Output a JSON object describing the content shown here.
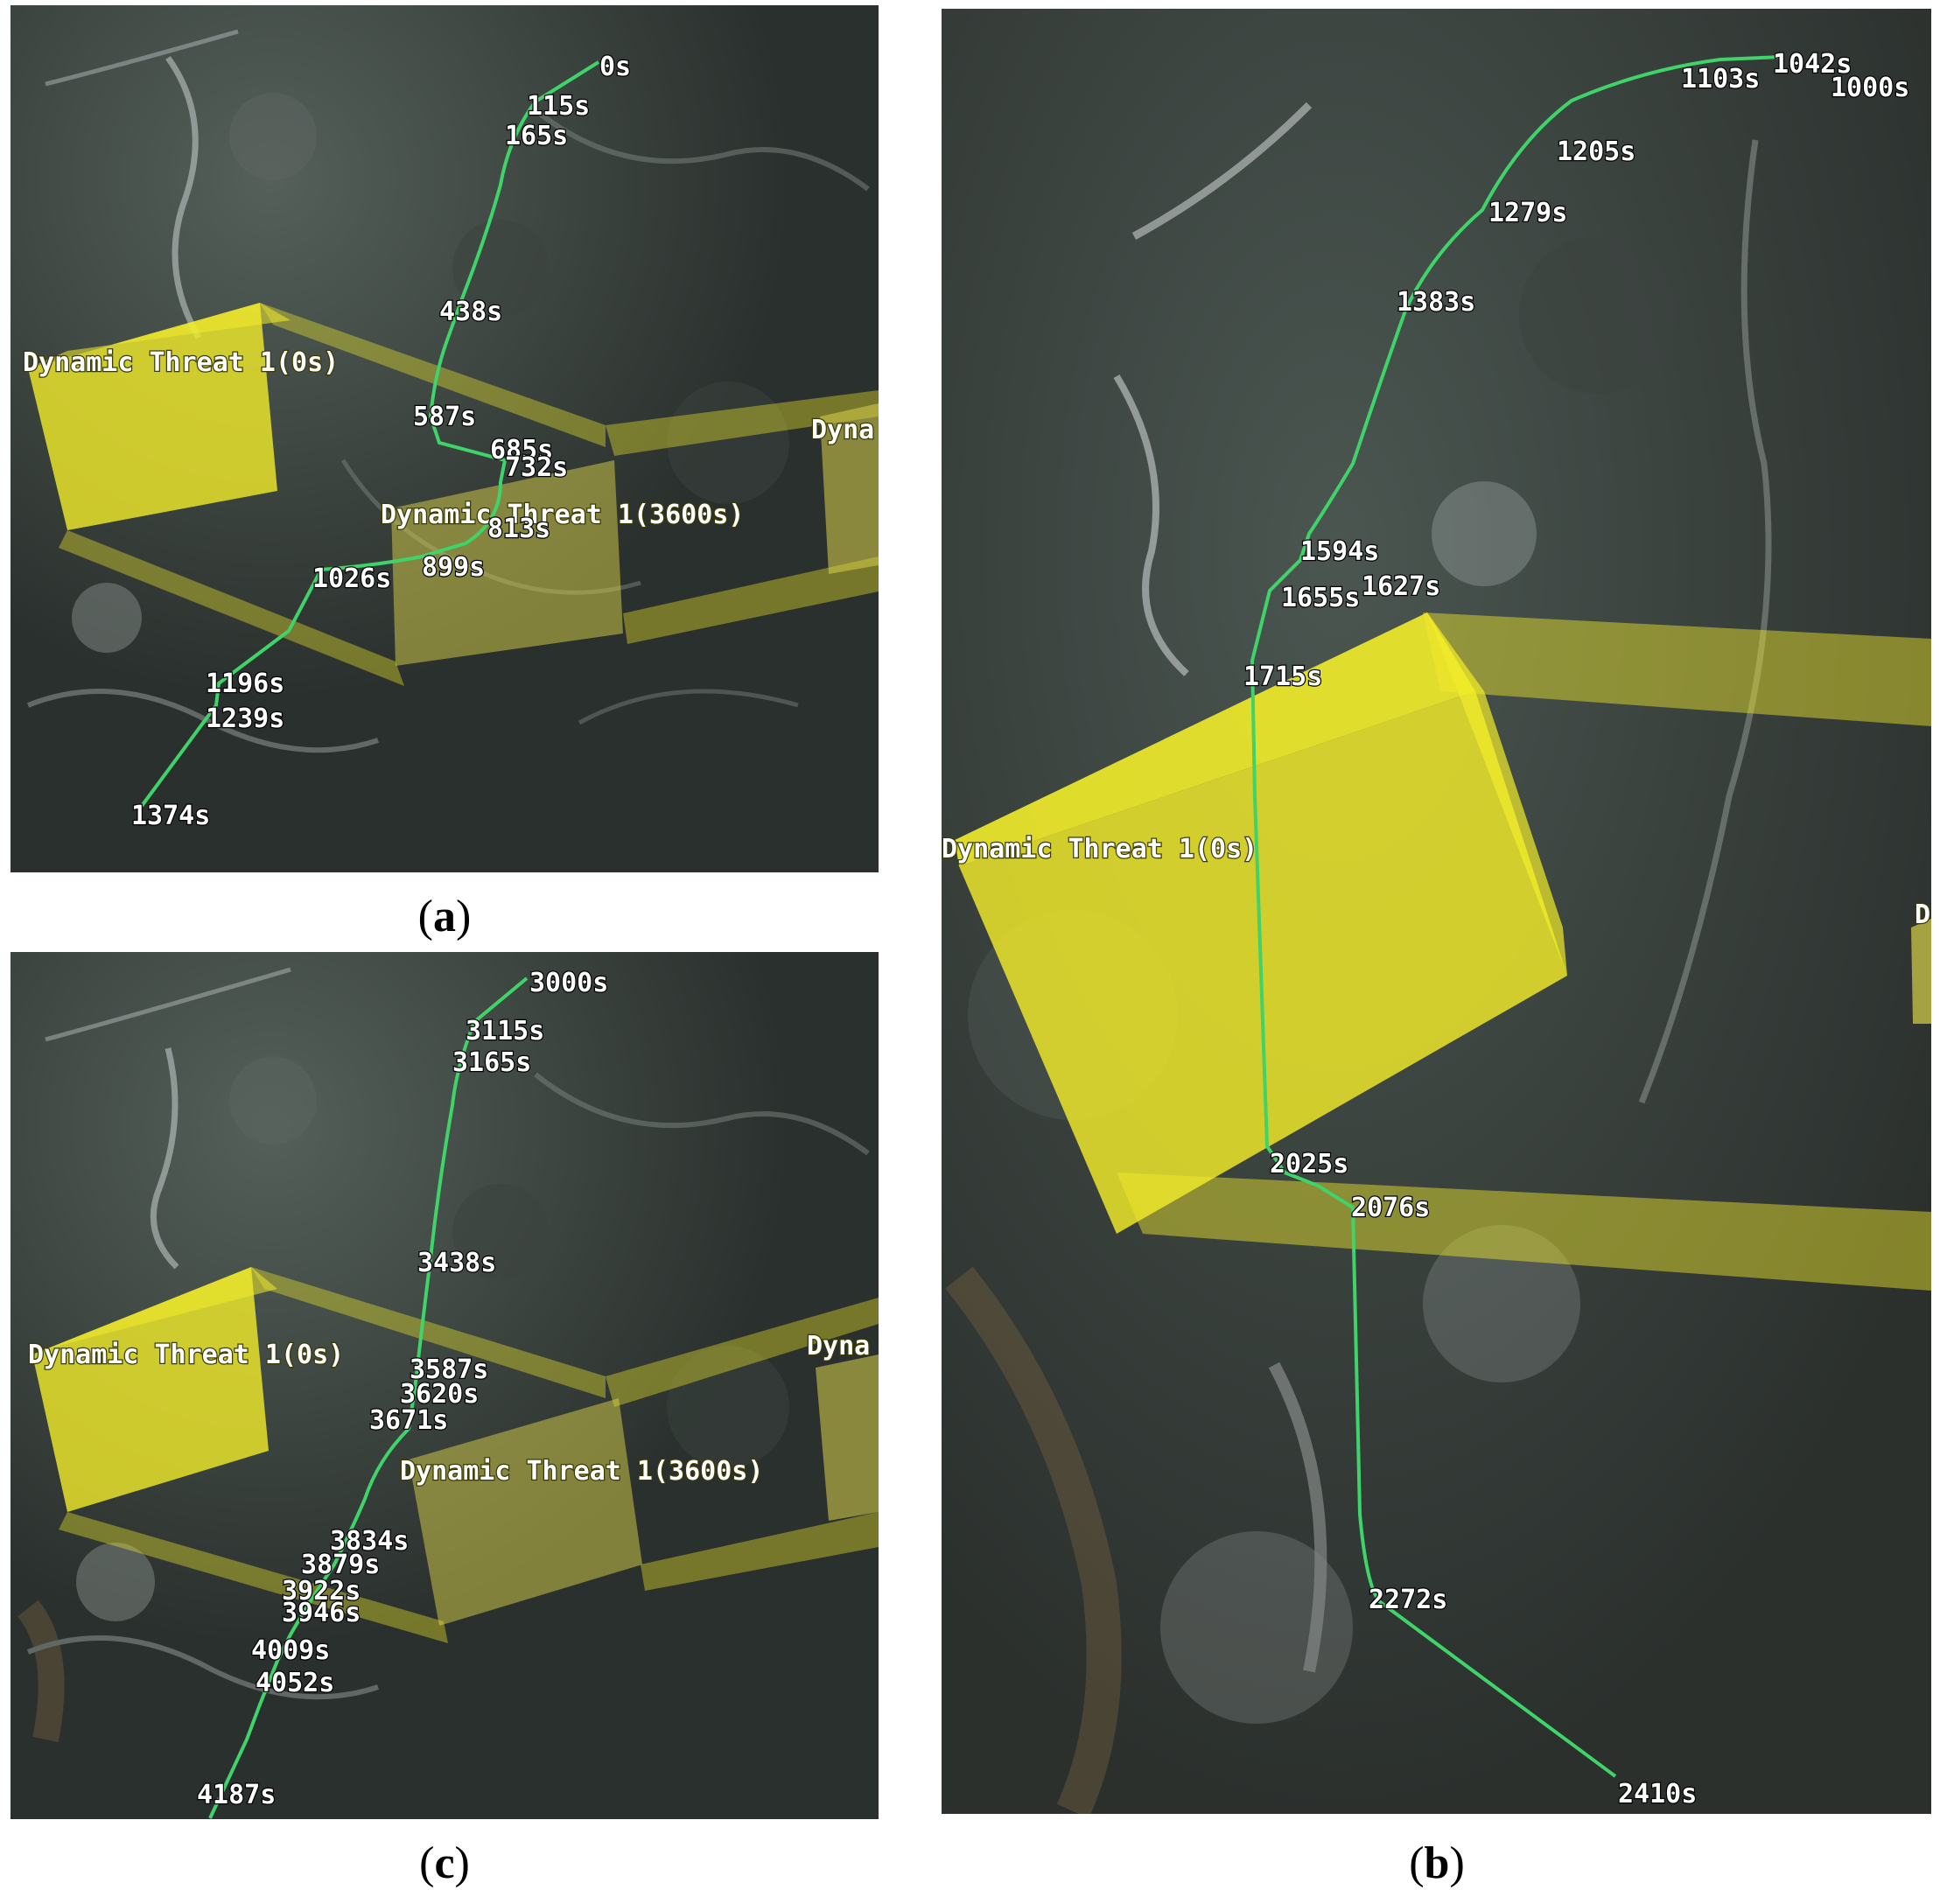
{
  "colors": {
    "route": "#3fd36a",
    "threat": "#f2ec2a",
    "label": "#ffffff"
  },
  "panels": {
    "a": {
      "caption": "a",
      "threat_labels": [
        "Dynamic Threat 1(0s)",
        "Dynamic Threat 1(3600s)",
        "Dyna"
      ],
      "waypoints": [
        "0s",
        "115s",
        "165s",
        "438s",
        "587s",
        "685s",
        "732s",
        "813s",
        "899s",
        "1026s",
        "1196s",
        "1239s",
        "1374s"
      ]
    },
    "b": {
      "caption": "b",
      "threat_labels": [
        "Dynamic Threat 1(0s)",
        "D"
      ],
      "waypoints": [
        "1000s",
        "1042s",
        "1103s",
        "1205s",
        "1279s",
        "1383s",
        "1594s",
        "1627s",
        "1655s",
        "1715s",
        "2025s",
        "2076s",
        "2272s",
        "2410s"
      ]
    },
    "c": {
      "caption": "c",
      "threat_labels": [
        "Dynamic Threat 1(0s)",
        "Dynamic Threat 1(3600s)",
        "Dyna"
      ],
      "waypoints": [
        "3000s",
        "3115s",
        "3165s",
        "3438s",
        "3587s",
        "3620s",
        "3671s",
        "3834s",
        "3879s",
        "3922s",
        "3946s",
        "4009s",
        "4052s",
        "4187s"
      ]
    }
  }
}
